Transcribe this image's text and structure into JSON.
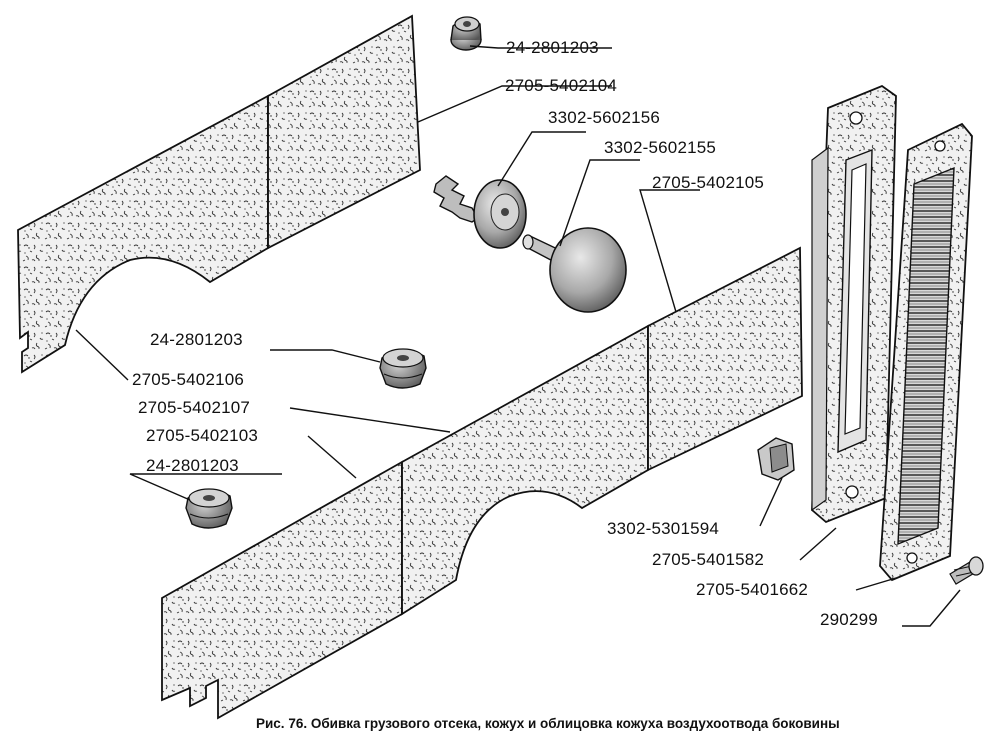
{
  "labels": {
    "grommet_top": "24-2801203",
    "panel_rear": "2705-5402104",
    "clip_large": "3302-5602156",
    "clip_small": "3302-5602155",
    "panel_front": "2705-5402105",
    "grommet_mid": "24-2801203",
    "panel_rear_lower": "2705-5402106",
    "panel_middle": "2705-5402107",
    "panel_front_lower": "2705-5402103",
    "grommet_bottom": "24-2801203",
    "clip_plastic": "3302-5301594",
    "duct_housing": "2705-5401582",
    "duct_grille": "2705-5401662",
    "screw": "290299"
  },
  "caption": "Рис. 76. Обивка грузового отсека, кожух и облицовка кожуха воздухоотвода боковины",
  "colors": {
    "ink": "#111111",
    "paper": "#ffffff",
    "panel": "#ececec"
  }
}
